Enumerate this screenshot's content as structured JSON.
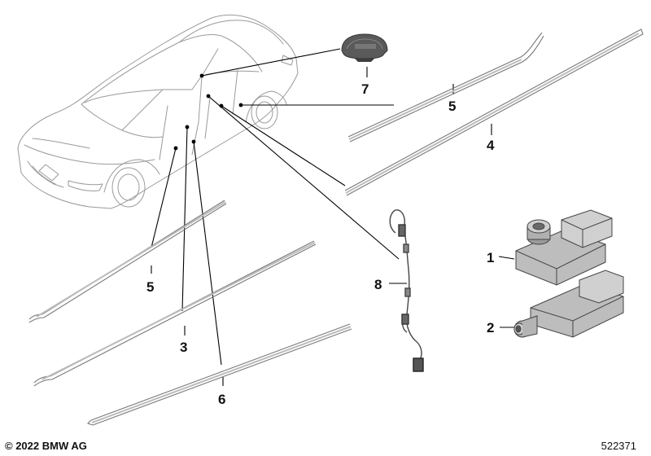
{
  "labels": {
    "l1": "1",
    "l2": "2",
    "l3": "3",
    "l4": "4",
    "l5a": "5",
    "l5b": "5",
    "l6": "6",
    "l7": "7",
    "l8": "8"
  },
  "footer": {
    "copyright": "© 2022 BMW AG",
    "diagram_number": "522371"
  },
  "icon_names": [
    "car-outline",
    "cover-cap",
    "trim-strip",
    "wire-harness",
    "sensor"
  ]
}
